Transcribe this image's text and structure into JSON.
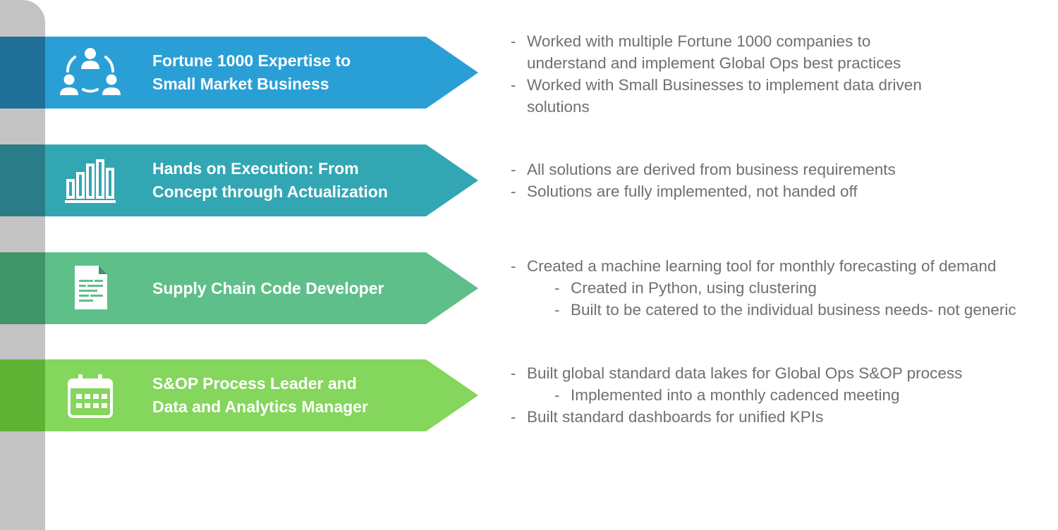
{
  "rows": [
    {
      "title": "Fortune 1000 Expertise  to\nSmall Market Business",
      "icon": "team-icon",
      "color": "#2a9fd6",
      "stub_color": "#1f6f98",
      "bullets": [
        {
          "text": "Worked with multiple Fortune 1000 companies to understand and implement Global Ops best practices",
          "level": 1
        },
        {
          "text": "Worked with Small Businesses to implement data driven solutions",
          "level": 1
        }
      ]
    },
    {
      "title": "Hands on Execution: From\nConcept through Actualization",
      "icon": "bar-chart-icon",
      "color": "#33a6b3",
      "stub_color": "#2a7d88",
      "bullets": [
        {
          "text": "All solutions are derived from business requirements",
          "level": 1
        },
        {
          "text": "Solutions are fully implemented, not handed off",
          "level": 1
        }
      ]
    },
    {
      "title": "Supply Chain Code Developer",
      "icon": "document-icon",
      "color": "#5fbf8a",
      "stub_color": "#3f9468",
      "bullets": [
        {
          "text": "Created a machine learning tool for monthly forecasting of demand",
          "level": 1
        },
        {
          "text": "Created in Python, using clustering",
          "level": 2
        },
        {
          "text": "Built to be catered to the individual business needs- not generic",
          "level": 2
        }
      ]
    },
    {
      "title": "S&OP Process Leader and\nData and Analytics Manager",
      "icon": "calendar-icon",
      "color": "#84d65c",
      "stub_color": "#5fb233",
      "bullets": [
        {
          "text": "Built global standard data lakes for Global Ops S&OP process",
          "level": 1
        },
        {
          "text": "Implemented into a monthly cadenced meeting",
          "level": 2
        },
        {
          "text": "Built standard dashboards for unified KPIs",
          "level": 1
        }
      ]
    }
  ]
}
